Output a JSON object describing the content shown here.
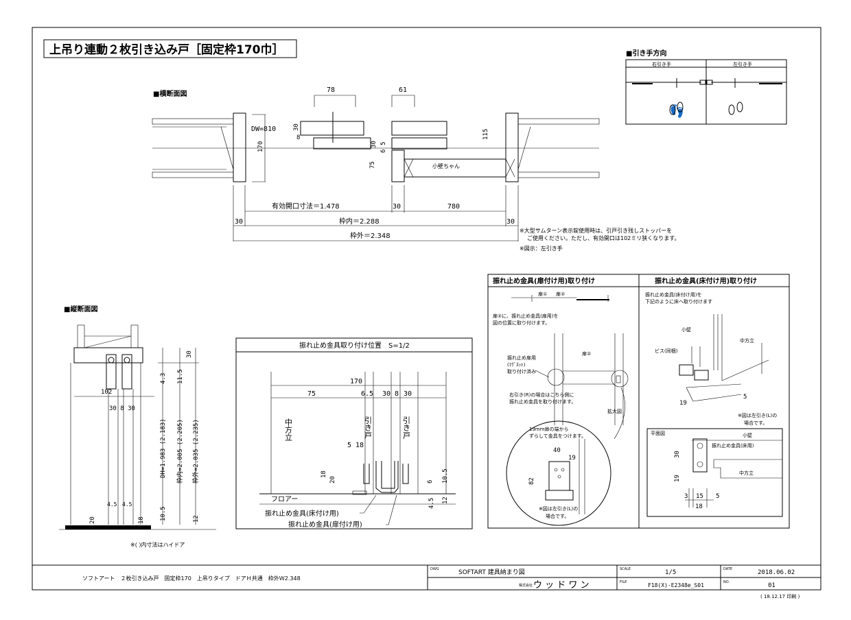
{
  "title": "上吊り連動２枚引き込み戸［固定枠170巾］",
  "plan": {
    "heading": "■横断面図",
    "dim_78": "78",
    "dim_61": "61",
    "dw": "DW=810",
    "d30a": "30",
    "d8": "8",
    "d30b": "30",
    "d6": "6",
    "d5": "5",
    "d170": "170",
    "d75": "75",
    "d115": "115",
    "label_kokabe": "小壁ちゃん",
    "opening": "有効開口寸法＝1.478",
    "d30c": "30",
    "d780": "780",
    "d30d": "30",
    "waku_uchi": "枠内＝2.288",
    "d30e": "30",
    "waku_soto": "枠外＝2.348"
  },
  "notes": {
    "line1": "※大型サムターン表示錠使用時は、引戸引き残しストッパーを",
    "line2": "ご使用ください。ただし、有効開口は102ミリ狭くなります。",
    "line3": "※図示：左引き手"
  },
  "handle": {
    "heading": "■引き手方向",
    "right": "右引き手",
    "left": "左引き手"
  },
  "section": {
    "heading": "■縦断面図",
    "d30": "30",
    "d43": "4.3",
    "d115": "11.5",
    "d102": "102",
    "d30830": "30 8 30",
    "dh": "DH=1.983 (2.183)",
    "wakunai": "枠内=2.005 (2.205)",
    "wakugai": "枠外=2.035 (2.235)",
    "d105": "10.5",
    "d45a": "4.5",
    "d45b": "4.5",
    "d20": "20",
    "d18": "18",
    "d12": "12",
    "note": "※(  )内寸法はハイドア"
  },
  "position": {
    "heading": "振れ止め金具取り付け位置　S=1/2",
    "d170": "170",
    "d75": "75",
    "d65": "6.5",
    "d30a": "30",
    "d8": "8",
    "d30b": "30",
    "naka": "中方立",
    "hiki1": "引き戸",
    "hiki2": "引き戸",
    "d518": "5 18",
    "d18": "18",
    "d20": "20",
    "d6": "6",
    "d105": "10.5",
    "d45": "4.5",
    "d12": "12",
    "floor": "フロアー",
    "lbl1": "振れ止め金具(床付け用)",
    "lbl2": "振れ止め金具(扉付け用)"
  },
  "door_mount": {
    "heading": "振れ止め金具(扉付け用)取り付け",
    "tobira1": "扉①",
    "tobira2": "扉②",
    "desc1": "扉②に、振れ止め金具(扉用)を",
    "desc2": "図の位置に取り付けます。",
    "tobira2b": "扉②",
    "part1": "振れ止め扉用",
    "part2": "(ﾏｸﾞﾈｯﾄ)",
    "part3": "取り付け済み",
    "note1": "右引き(R)の場合はこちら側に",
    "note2": "振れ止め金具を取り付けます。",
    "zoom": "拡大図",
    "z1": "19mm扉の端から",
    "z2": "ずらして金具をつけます。",
    "z40": "40",
    "z19": "19",
    "z82": "82",
    "zn1": "※図は左引き(L)の",
    "zn2": "場合です。"
  },
  "floor_mount": {
    "heading": "振れ止め金具(床付け用)取り付け",
    "desc1": "振れ止め金具(床付け用)を",
    "desc2": "下記のように床へ取り付けます",
    "kokabe": "小壁",
    "naka": "中方立",
    "screw": "ビス(同梱)",
    "d19": "19",
    "d5": "5",
    "n1": "※図は左引き(L)の",
    "n2": "場合です。",
    "plan": "平面図",
    "kokabe2": "小壁",
    "part": "振れ止め金具(床用)",
    "naka2": "中方立",
    "d30": "30",
    "d19b": "19",
    "d3": "3",
    "d15": "15",
    "d5b": "5",
    "d18": "18"
  },
  "titleblock": {
    "desc": "ソフトアート　２枚引き込み戸　固定枠170　上吊りタイプ　ドアＨ共通　枠外Ｗ2.348",
    "dwg_label": "DWG",
    "dwg": "SOFTART 建具納まり図",
    "company_label": "株式会社",
    "company": "ウ ッ ド ワ ン",
    "scale_label": "SCALE",
    "scale": "1/5",
    "file_label": "FILE",
    "file": "F18(X)-E2348e_S01",
    "date_label": "DATE",
    "date": "2018.06.02",
    "no_label": "NO.",
    "no": "01",
    "printed": "( 18.12.17 印刷 )"
  }
}
